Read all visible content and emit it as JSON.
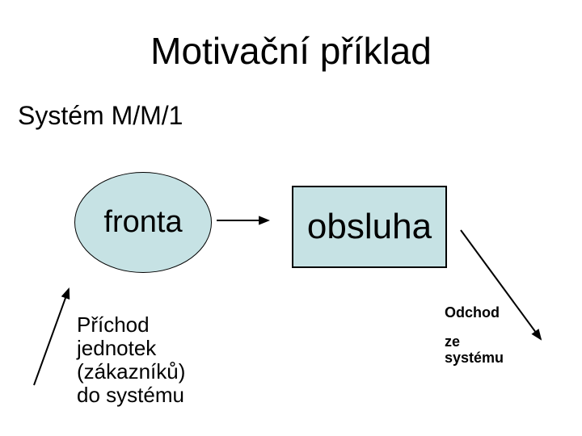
{
  "slide": {
    "title": "Motivační příklad",
    "subtitle": "Systém M/M/1",
    "queue_shape": {
      "label": "fronta"
    },
    "service_shape": {
      "label": "obsluha"
    },
    "arrival_label": {
      "lines": [
        "Příchod",
        "jednotek",
        "(zákazníků)",
        "do systému"
      ]
    },
    "departure_label": {
      "lines": [
        "Odchod",
        "ze",
        "systému"
      ]
    },
    "colors": {
      "background": "#FFFFFF",
      "shape_fill": "#C6E2E4",
      "shape_border": "#000000",
      "text": "#000000",
      "arrow": "#000000"
    }
  }
}
